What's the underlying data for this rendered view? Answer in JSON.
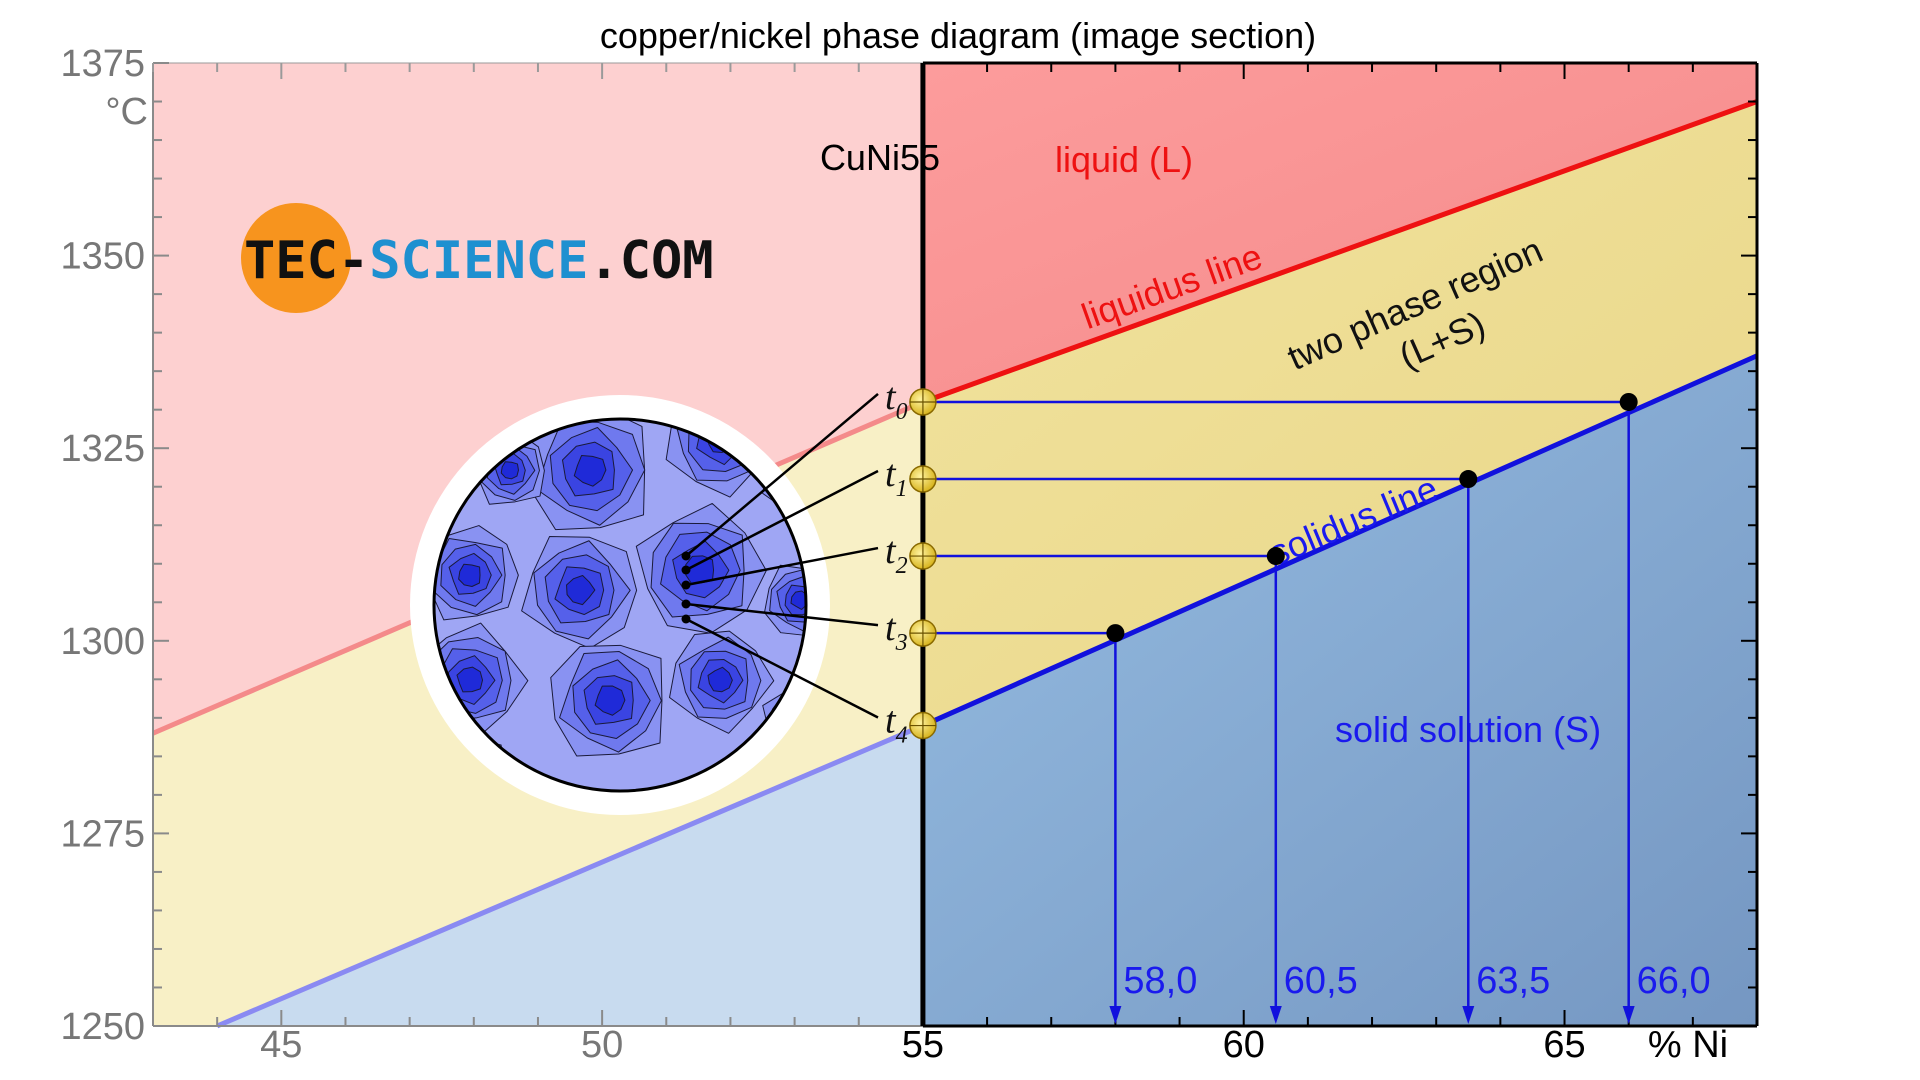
{
  "chart_data": {
    "type": "phase-diagram",
    "title": "copper/nickel phase diagram (image section)",
    "xlabel": "% Ni",
    "ylabel": "°C",
    "xlim": [
      43,
      68
    ],
    "ylim": [
      1250,
      1375
    ],
    "x_ticks": [
      "45",
      "50",
      "55",
      "60",
      "65"
    ],
    "y_ticks": [
      "1250",
      "1275",
      "1300",
      "1325",
      "1350",
      "1375"
    ],
    "alloy": {
      "label": "CuNi55",
      "x": 55
    },
    "liquidus": {
      "label": "liquidus line",
      "color": "#ee1111",
      "points": [
        [
          43,
          1288
        ],
        [
          55,
          1331
        ],
        [
          68,
          1370
        ]
      ]
    },
    "solidus": {
      "label": "solidus line",
      "color": "#1111dd",
      "points": [
        [
          44,
          1250
        ],
        [
          55,
          1289
        ],
        [
          68,
          1337
        ]
      ]
    },
    "regions": [
      {
        "label": "liquid (L)",
        "color": "#ee1111",
        "fill": "#fc9c9c"
      },
      {
        "label": "two phase region",
        "sublabel": "(L+S)",
        "color": "#111111",
        "fill": "#efdd94"
      },
      {
        "label": "solid solution (S)",
        "color": "#1a1aee",
        "fill": "#8ab0d8"
      }
    ],
    "cooling_points": [
      {
        "label": "t",
        "sub": "0",
        "temp": 1331,
        "solid_x": 66.0,
        "solid_label": "66,0"
      },
      {
        "label": "t",
        "sub": "1",
        "temp": 1321,
        "solid_x": 63.5,
        "solid_label": "63,5"
      },
      {
        "label": "t",
        "sub": "2",
        "temp": 1311,
        "solid_x": 60.5,
        "solid_label": "60,5"
      },
      {
        "label": "t",
        "sub": "3",
        "temp": 1301,
        "solid_x": 58.0,
        "solid_label": "58,0"
      },
      {
        "label": "t",
        "sub": "4",
        "temp": 1289
      }
    ],
    "grid": false
  },
  "logo": {
    "part1": "TEC",
    "part2": "-",
    "part3": "SCIENCE",
    "part4": ".COM"
  }
}
